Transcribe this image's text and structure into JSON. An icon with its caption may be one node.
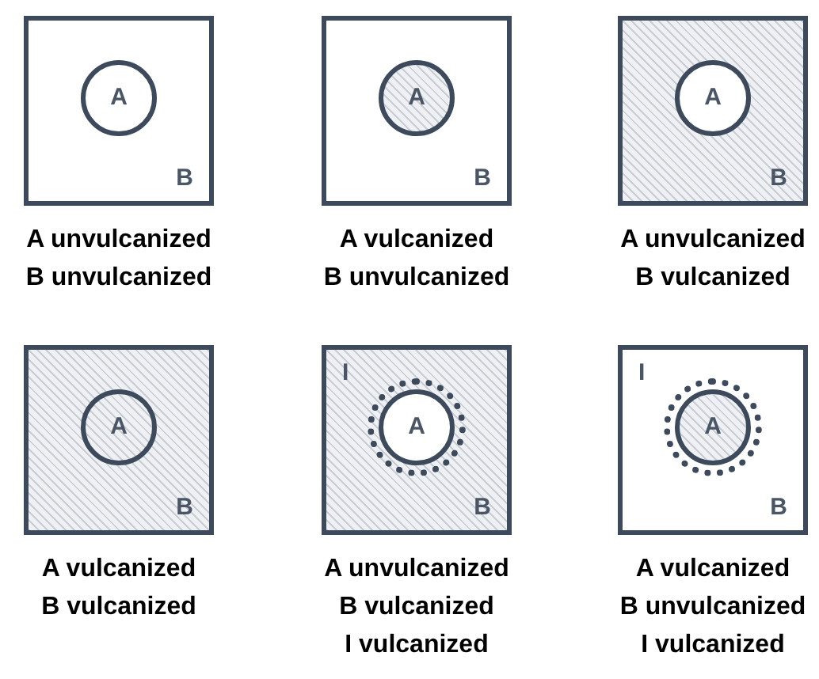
{
  "diagram": {
    "nodes": [
      {
        "text": [
          "B"
        ],
        "beside": [
          "A unvulcanized",
          "B unvulcanized"
        ]
      },
      {
        "text": [
          "A"
        ],
        "in": 0
      },
      {
        "text": [
          "B"
        ],
        "beside": [
          "A vulcanized",
          "B unvulcanized"
        ]
      },
      {
        "text": [
          "A"
        ],
        "in": 2
      },
      {
        "text": [
          "B"
        ],
        "beside": [
          "A unvulcanized",
          "B vulcanized"
        ]
      },
      {
        "text": [
          "A"
        ],
        "in": 4
      },
      {
        "text": [
          "B"
        ],
        "beside": [
          "A vulcanized",
          "B vulcanized"
        ]
      },
      {
        "text": [
          "A"
        ],
        "in": 6
      },
      {
        "text": [
          "I",
          "B"
        ],
        "beside": [
          "A unvulcanized",
          "B vulcanized",
          "I vulcanized"
        ]
      },
      {
        "text": [],
        "shape": "circle",
        "in": 8
      },
      {
        "text": [
          "A"
        ],
        "in": 9
      },
      {
        "text": [
          "I",
          "B"
        ],
        "beside": [
          "A vulcanized",
          "B unvulcanized",
          "I vulcanized"
        ]
      },
      {
        "text": [],
        "shape": "circle",
        "in": 11
      },
      {
        "text": [
          "A"
        ],
        "in": 12
      }
    ]
  }
}
